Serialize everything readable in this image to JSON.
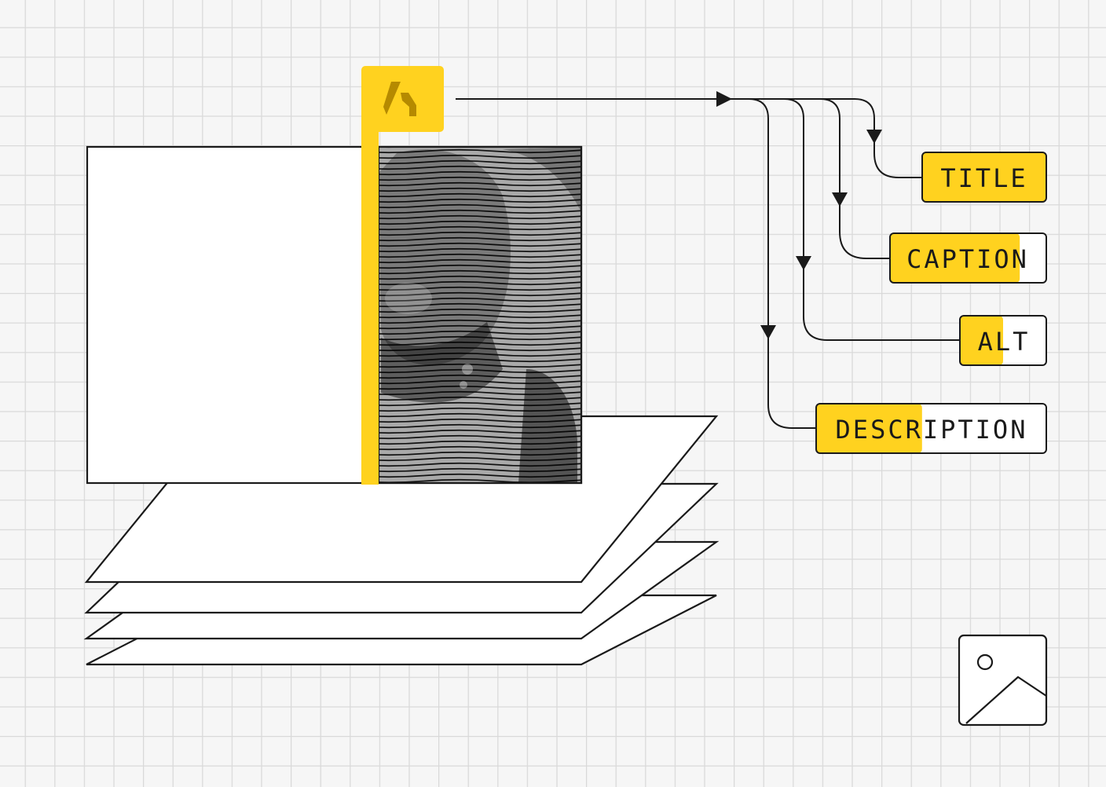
{
  "colors": {
    "background": "#f6f6f6",
    "grid": "#d9d9d9",
    "accent": "#ffd21f",
    "accent_dark": "#b58a00",
    "ink": "#1a1a1a",
    "paper": "#ffffff"
  },
  "labels": {
    "title": {
      "text": "TITLE",
      "fill_fraction": 1.0
    },
    "caption": {
      "text": "CAPTION",
      "fill_fraction": 0.83
    },
    "alt": {
      "text": "ALT",
      "fill_fraction": 0.5
    },
    "description": {
      "text": "DESCRIPTION",
      "fill_fraction": 0.46
    }
  },
  "icons": {
    "plugin_logo": "plugin-logo-icon",
    "image_placeholder": "image-placeholder-icon",
    "photo": "halftone-portrait-image"
  }
}
